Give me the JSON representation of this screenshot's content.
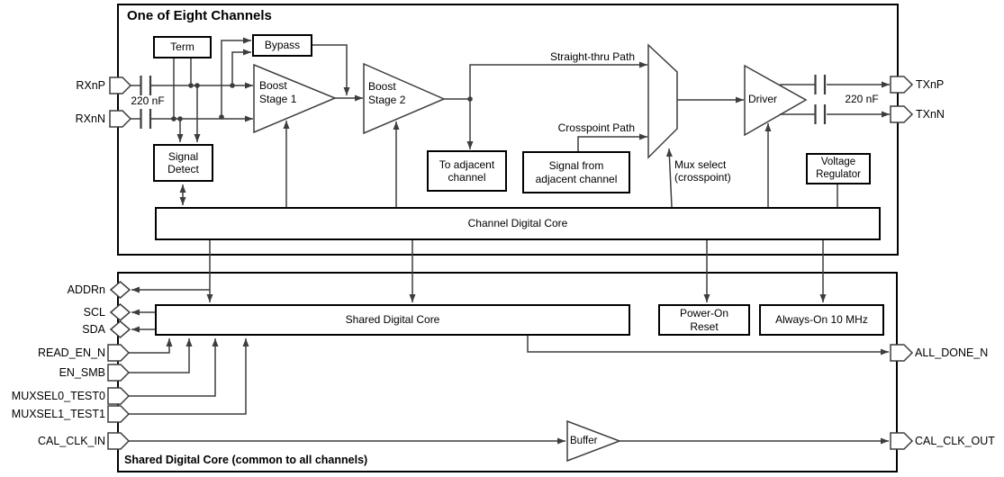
{
  "colors": {
    "wire": "#3d3d3d",
    "border": "#000000",
    "background": "#ffffff"
  },
  "channel": {
    "title": "One of Eight Channels",
    "term": "Term",
    "bypass": "Bypass",
    "boost1_l1": "Boost",
    "boost1_l2": "Stage 1",
    "boost2_l1": "Boost",
    "boost2_l2": "Stage 2",
    "driver": "Driver",
    "signal_detect_l1": "Signal",
    "signal_detect_l2": "Detect",
    "to_adjacent_l1": "To adjacent",
    "to_adjacent_l2": "channel",
    "signal_from_l1": "Signal from",
    "signal_from_l2": "adjacent channel",
    "voltage_reg_l1": "Voltage",
    "voltage_reg_l2": "Regulator",
    "digital_core": "Channel Digital Core",
    "cap_in": "220 nF",
    "cap_out": "220 nF",
    "straight_path": "Straight-thru Path",
    "crosspoint_path": "Crosspoint Path",
    "mux_select_l1": "Mux select",
    "mux_select_l2": "(crosspoint)",
    "pin_rxnp": "RXnP",
    "pin_rxnn": "RXnN",
    "pin_txnp": "TXnP",
    "pin_txnn": "TXnN"
  },
  "shared": {
    "footer": "Shared Digital Core (common to all channels)",
    "digital_core": "Shared Digital Core",
    "por_l1": "Power-On",
    "por_l2": "Reset",
    "always_on": "Always-On 10 MHz",
    "buffer": "Buffer",
    "pin_addrn": "ADDRn",
    "pin_scl": "SCL",
    "pin_sda": "SDA",
    "pin_read_en": "READ_EN_N",
    "pin_en_smb": "EN_SMB",
    "pin_muxsel0": "MUXSEL0_TEST0",
    "pin_muxsel1": "MUXSEL1_TEST1",
    "pin_cal_in": "CAL_CLK_IN",
    "pin_all_done": "ALL_DONE_N",
    "pin_cal_out": "CAL_CLK_OUT"
  }
}
